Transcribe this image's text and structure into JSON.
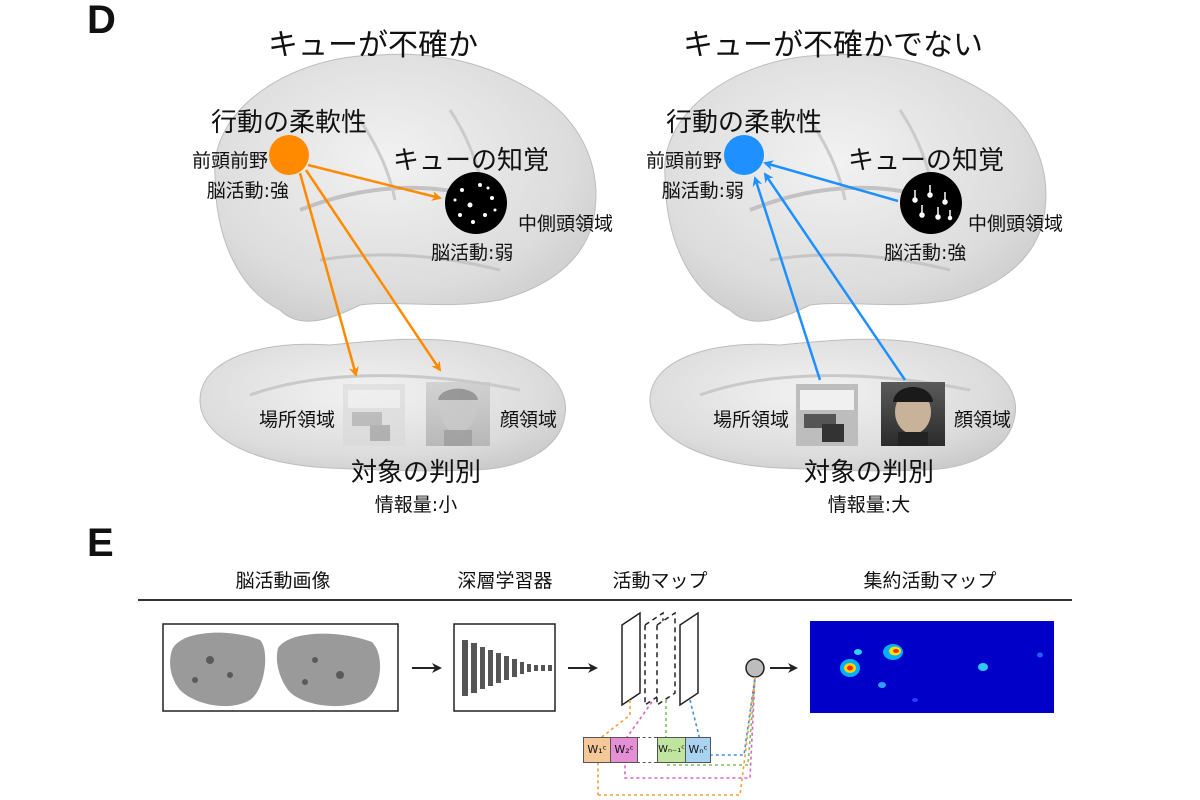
{
  "panel_d": {
    "letter": "D",
    "left": {
      "title": "キューが不確か",
      "behavior_flex": "行動の柔軟性",
      "pfc": "前頭前野",
      "pfc_activity": "脳活動:強",
      "cue_perception": "キューの知覚",
      "mt": "中側頭領域",
      "mt_activity": "脳活動:弱",
      "place_area": "場所領域",
      "face_area": "顔領域",
      "object_disc": "対象の判別",
      "info": "情報量:小",
      "color": "#ff8a00"
    },
    "right": {
      "title": "キューが不確かでない",
      "behavior_flex": "行動の柔軟性",
      "pfc": "前頭前野",
      "pfc_activity": "脳活動:弱",
      "cue_perception": "キューの知覚",
      "mt": "中側頭領域",
      "mt_activity": "脳活動:強",
      "place_area": "場所領域",
      "face_area": "顔領域",
      "object_disc": "対象の判別",
      "info": "情報量:大",
      "color": "#1e90ff"
    }
  },
  "panel_e": {
    "letter": "E",
    "headers": [
      "脳活動画像",
      "深層学習器",
      "活動マップ",
      "集約活動マップ"
    ],
    "weights": [
      "W₁ᶜ",
      "W₂ᶜ",
      "Wₙ₋₁ᶜ",
      "Wₙᶜ"
    ],
    "weight_colors": [
      "#f5c89a",
      "#e48fd6",
      "#bfe5a0",
      "#a9d3f0"
    ]
  }
}
